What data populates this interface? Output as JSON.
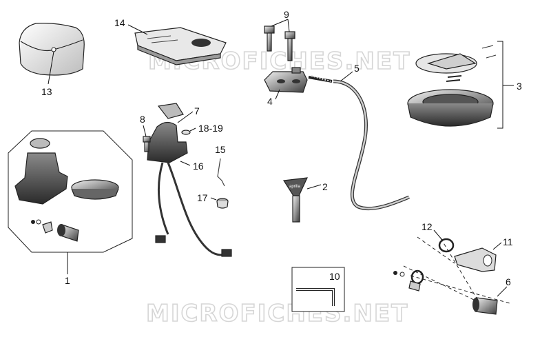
{
  "watermark": "MICROFICHES.NET",
  "callouts": {
    "p1": "1",
    "p2": "2",
    "p3": "3",
    "p4": "4",
    "p5": "5",
    "p6": "6",
    "p7": "7",
    "p8": "8",
    "p9": "9",
    "p10": "10",
    "p11": "11",
    "p12": "12",
    "p13": "13",
    "p14": "14",
    "p15": "15",
    "p16": "16",
    "p17": "17",
    "p18_19": "18-19"
  },
  "key_brand": "aprilia"
}
